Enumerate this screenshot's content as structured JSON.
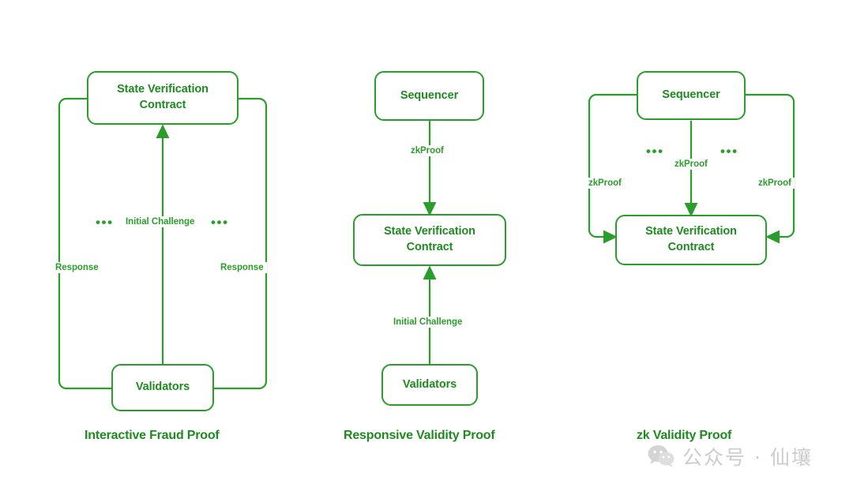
{
  "page": {
    "background": "#ffffff",
    "accent_green": "#2a9d2a",
    "text_green": "#1f8a1f"
  },
  "diagrams": [
    {
      "id": "interactive-fraud-proof",
      "caption": "Interactive Fraud Proof",
      "nodes": [
        {
          "id": "svc",
          "label_line1": "State Verification",
          "label_line2": "Contract"
        },
        {
          "id": "validators",
          "label_line1": "Validators",
          "label_line2": ""
        }
      ],
      "edge_labels": [
        {
          "id": "initial-challenge",
          "text": "Initial Challenge"
        },
        {
          "id": "response-left",
          "text": "Response"
        },
        {
          "id": "response-right",
          "text": "Response"
        }
      ],
      "ellipses": [
        {
          "id": "dots-left",
          "text": "•••"
        },
        {
          "id": "dots-right",
          "text": "•••"
        }
      ]
    },
    {
      "id": "responsive-validity-proof",
      "caption": "Responsive Validity Proof",
      "nodes": [
        {
          "id": "sequencer",
          "label_line1": "Sequencer",
          "label_line2": ""
        },
        {
          "id": "svc",
          "label_line1": "State Verification",
          "label_line2": "Contract"
        },
        {
          "id": "validators",
          "label_line1": "Validators",
          "label_line2": ""
        }
      ],
      "edge_labels": [
        {
          "id": "zkproof",
          "text": "zkProof"
        },
        {
          "id": "initial-challenge",
          "text": "Initial Challenge"
        }
      ],
      "ellipses": []
    },
    {
      "id": "zk-validity-proof",
      "caption": "zk Validity Proof",
      "nodes": [
        {
          "id": "sequencer",
          "label_line1": "Sequencer",
          "label_line2": ""
        },
        {
          "id": "svc",
          "label_line1": "State Verification",
          "label_line2": "Contract"
        }
      ],
      "edge_labels": [
        {
          "id": "zkproof-left",
          "text": "zkProof"
        },
        {
          "id": "zkproof-center",
          "text": "zkProof"
        },
        {
          "id": "zkproof-right",
          "text": "zkProof"
        }
      ],
      "ellipses": [
        {
          "id": "dots-left",
          "text": "•••"
        },
        {
          "id": "dots-right",
          "text": "•••"
        }
      ]
    }
  ],
  "watermark": {
    "icon": "wechat-icon",
    "text": "公众号 · 仙壤"
  }
}
